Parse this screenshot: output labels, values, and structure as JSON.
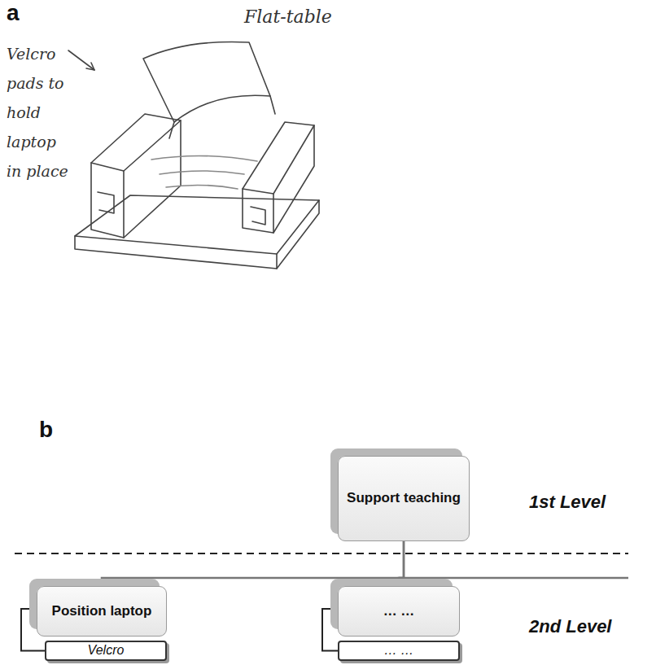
{
  "diagram": {
    "nodes": [
      {
        "text": [
          "Support teaching"
        ]
      },
      {
        "text": [
          "Position laptop"
        ]
      },
      {
        "text": [
          "… …"
        ]
      },
      {
        "text": [
          "Velcro"
        ]
      },
      {
        "text": [
          "… …"
        ]
      }
    ],
    "edges": [
      {
        "from": 0,
        "to": 1,
        "arrow": "none"
      },
      {
        "from": 0,
        "to": 2,
        "arrow": "none"
      },
      {
        "from": 1,
        "to": 3,
        "arrow": "none"
      },
      {
        "from": 2,
        "to": 4,
        "arrow": "none"
      }
    ],
    "labels": [
      "a",
      "Flat-table",
      "Velcro pads to hold laptop in place",
      "b",
      "1st Level",
      "2nd Level"
    ]
  }
}
